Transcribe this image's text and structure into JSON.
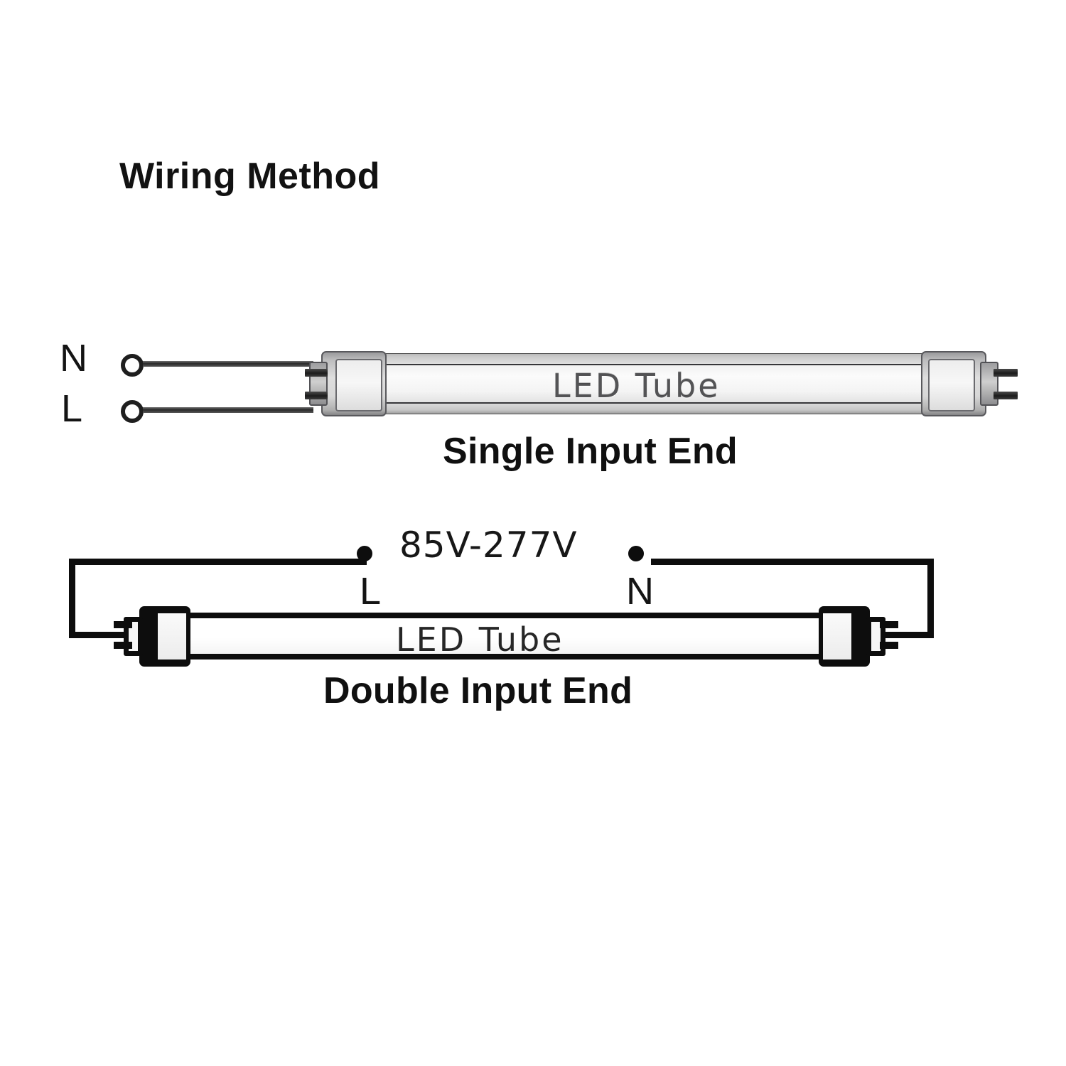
{
  "page": {
    "title": "Wiring Method",
    "background_color": "#ffffff",
    "ink_color": "#101010"
  },
  "diagrams": [
    {
      "id": "single-input-end",
      "caption": "Single Input End",
      "terminals": [
        {
          "label": "N",
          "position": "top-left"
        },
        {
          "label": "L",
          "position": "bottom-left"
        }
      ],
      "tube": {
        "label": "LED Tube",
        "body_color": "#e2e2e2",
        "cap_color": "#c4c4c4",
        "pins_per_end": 2,
        "wired_end": "left"
      }
    },
    {
      "id": "double-input-end",
      "caption": "Double Input End",
      "voltage": "85V-277V",
      "terminals": [
        {
          "label": "L",
          "position": "center-left"
        },
        {
          "label": "N",
          "position": "center-right"
        }
      ],
      "tube": {
        "label": "LED Tube",
        "body_color": "#ffffff",
        "cap_color": "#0d0d0d",
        "pins_per_end": 2,
        "wired_end": "both"
      }
    }
  ]
}
